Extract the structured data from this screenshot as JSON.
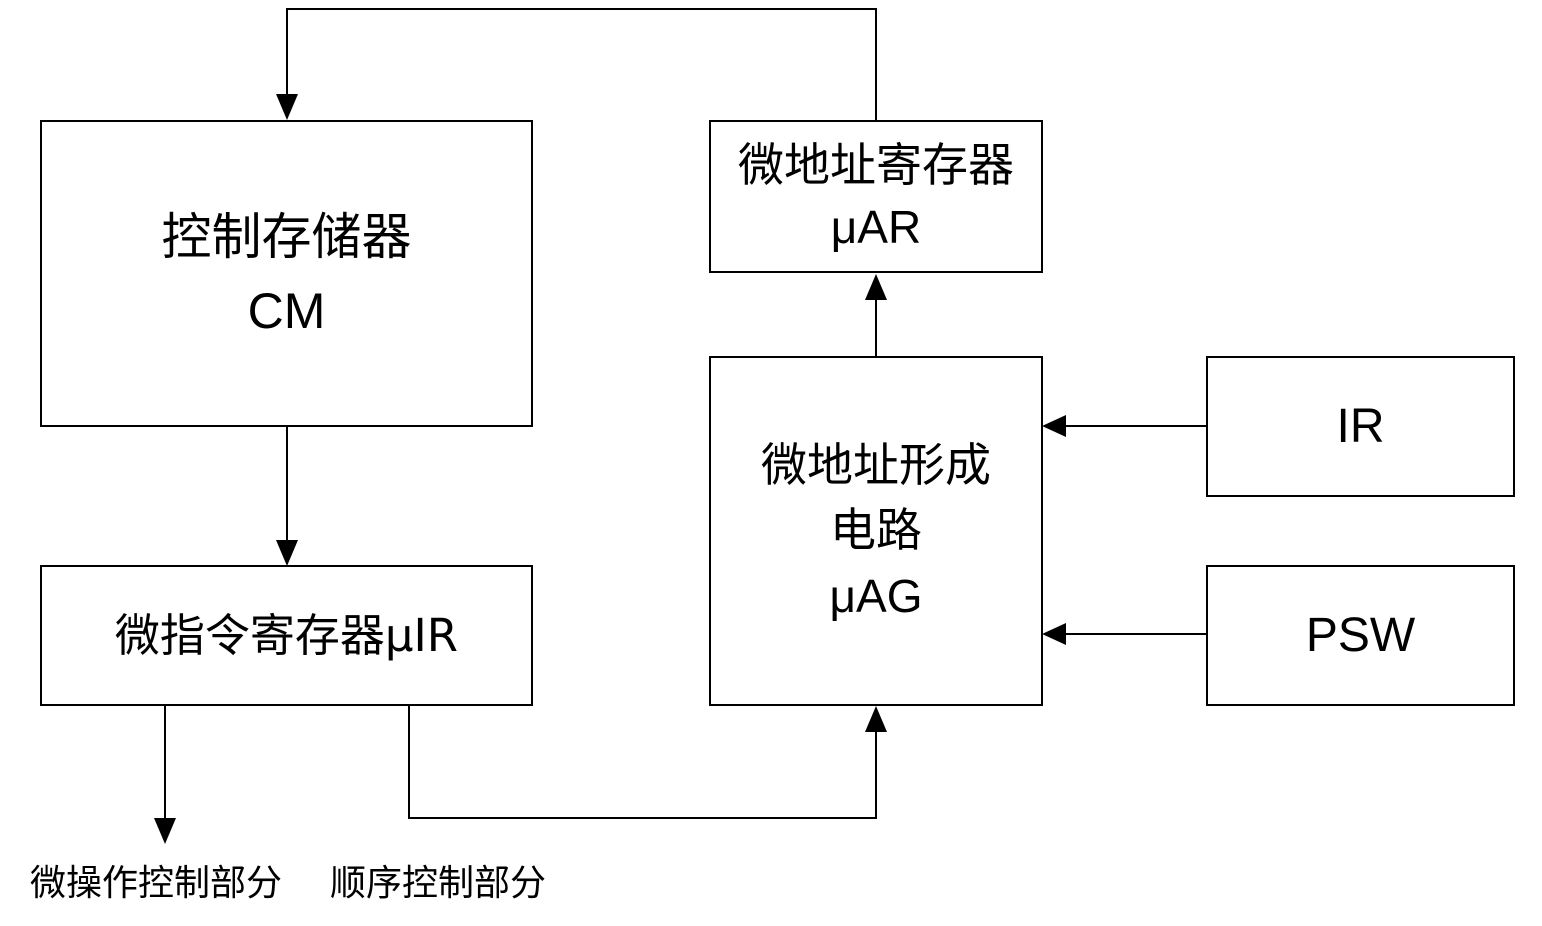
{
  "diagram": {
    "boxes": {
      "cm": {
        "line1": "控制存储器",
        "line2": "CM"
      },
      "uir": {
        "label": "微指令寄存器μIR"
      },
      "uar": {
        "line1": "微地址寄存器",
        "line2": "μAR"
      },
      "uag": {
        "line1": "微地址形成",
        "line2": "电路",
        "line3": "μAG"
      },
      "ir": {
        "label": "IR"
      },
      "psw": {
        "label": "PSW"
      }
    },
    "captions": {
      "micro_op": "微操作控制部分",
      "sequence": "顺序控制部分"
    }
  }
}
